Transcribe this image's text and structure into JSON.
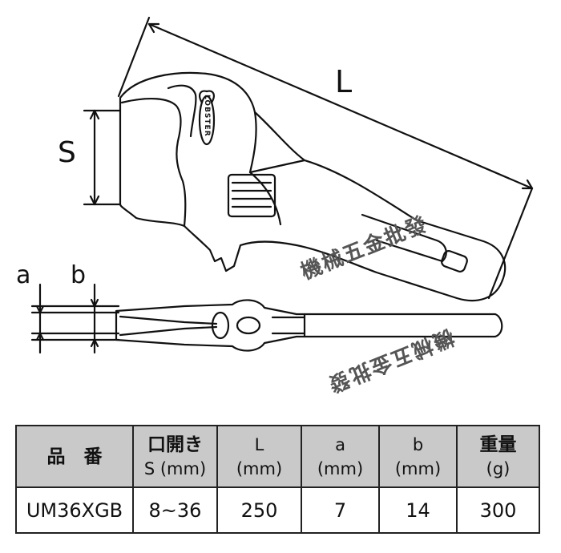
{
  "figure": {
    "dimension_L": "L",
    "dimension_S": "S",
    "dimension_a": "a",
    "dimension_b": "b",
    "brand": "LOBSTER",
    "stamp_top": "機械五金批發",
    "stamp_bottom": "機械五金批發"
  },
  "table": {
    "headers": [
      {
        "line1": "品　番",
        "line2": ""
      },
      {
        "line1": "口開き",
        "line2": "S (mm)"
      },
      {
        "line1": "L",
        "line2": "(mm)"
      },
      {
        "line1": "a",
        "line2": "(mm)"
      },
      {
        "line1": "b",
        "line2": "(mm)"
      },
      {
        "line1": "重量",
        "line2": "(g)"
      }
    ],
    "row": [
      "UM36XGB",
      "8~36",
      "250",
      "7",
      "14",
      "300"
    ]
  }
}
